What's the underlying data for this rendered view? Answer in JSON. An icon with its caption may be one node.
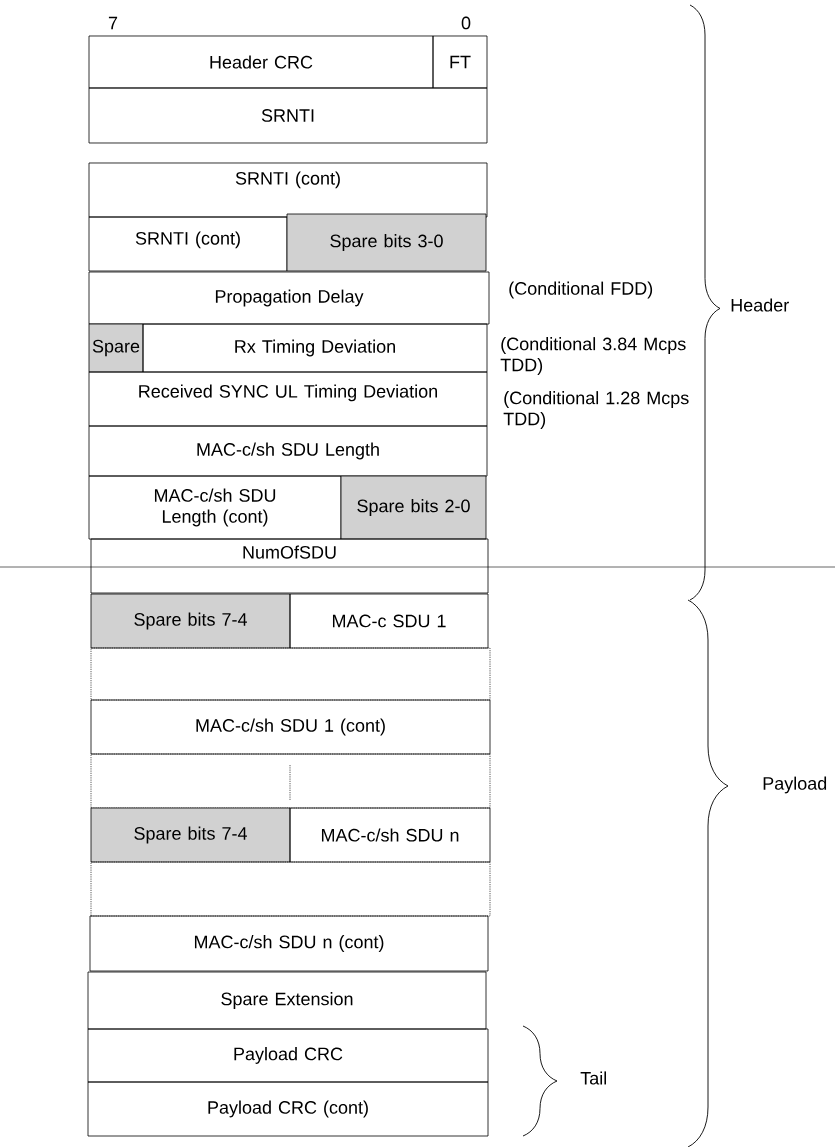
{
  "diagram": {
    "nodes": [
      {
        "text": [
          "Header CRC"
        ]
      },
      {
        "text": [
          "FT"
        ]
      },
      {
        "text": [
          "SRNTI"
        ]
      },
      {
        "text": [
          "SRNTI (cont)"
        ]
      },
      {
        "text": [
          "SRNTI (cont)"
        ]
      },
      {
        "text": [
          "Spare bits 3-0"
        ]
      },
      {
        "text": [
          "Propagation Delay"
        ],
        "beside": [
          "(Conditional FDD)"
        ]
      },
      {
        "text": [
          "Spare"
        ]
      },
      {
        "text": [
          "Rx Timing Deviation"
        ],
        "beside": [
          "(Conditional 3.84 Mcps TDD)"
        ]
      },
      {
        "text": [
          "Received SYNC UL Timing Deviation"
        ],
        "beside": [
          "(Conditional 1.28 Mcps TDD)"
        ]
      },
      {
        "text": [
          "MAC-c/sh SDU Length"
        ]
      },
      {
        "text": [
          "MAC-c/sh SDU Length (cont)"
        ]
      },
      {
        "text": [
          "Spare bits 2-0"
        ]
      },
      {
        "text": [
          "NumOfSDU"
        ]
      },
      {
        "text": [
          "Spare bits 7-4"
        ]
      },
      {
        "text": [
          "MAC-c SDU 1"
        ]
      },
      {
        "text": [],
        "shape": "box"
      },
      {
        "text": [
          "MAC-c/sh SDU 1 (cont)"
        ]
      },
      {
        "text": [],
        "shape": "box"
      },
      {
        "text": [
          "Spare bits 7-4"
        ]
      },
      {
        "text": [
          "MAC-c/sh SDU n"
        ]
      },
      {
        "text": [],
        "shape": "box"
      },
      {
        "text": [
          "MAC-c/sh SDU n (cont)"
        ]
      },
      {
        "text": [
          "Spare Extension"
        ]
      },
      {
        "text": [
          "Payload CRC"
        ]
      },
      {
        "text": [
          "Payload CRC (cont)"
        ]
      }
    ],
    "labels": [
      "7",
      "0",
      "Header",
      "Payload",
      "Tail"
    ]
  }
}
